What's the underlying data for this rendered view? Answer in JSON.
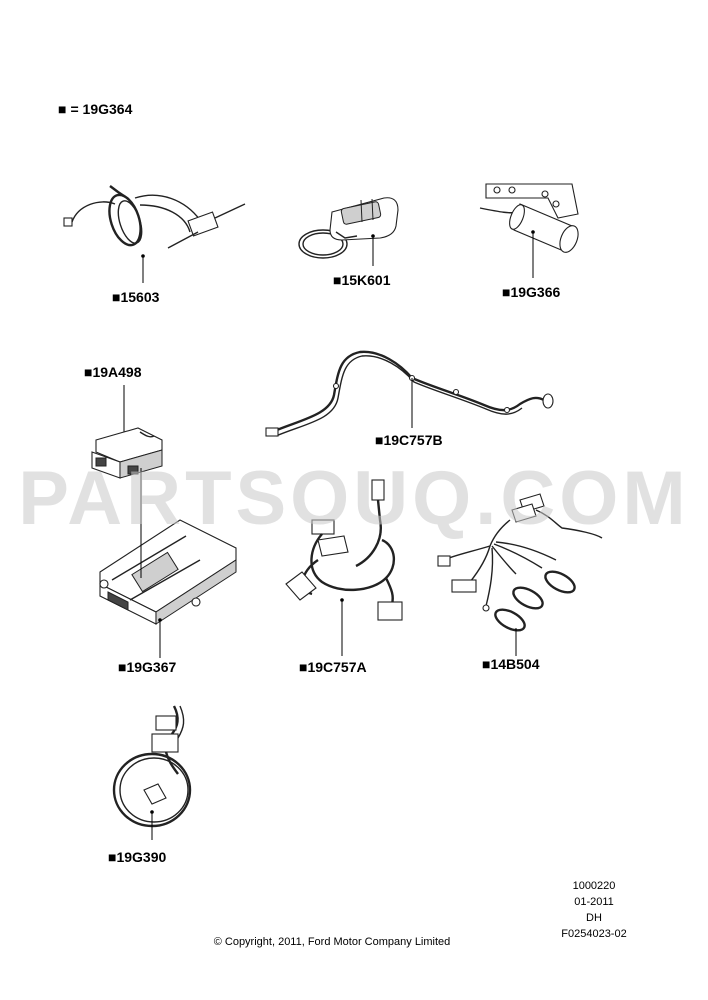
{
  "legend": {
    "symbol": "■",
    "text": "= 19G364"
  },
  "parts": [
    {
      "id": "p1",
      "label": "■15603"
    },
    {
      "id": "p2",
      "label": "■15K601"
    },
    {
      "id": "p3",
      "label": "■19G366"
    },
    {
      "id": "p4",
      "label": "■19A498"
    },
    {
      "id": "p5",
      "label": "■19C757B"
    },
    {
      "id": "p6",
      "label": "■19G367"
    },
    {
      "id": "p7",
      "label": "■19C757A"
    },
    {
      "id": "p8",
      "label": "■14B504"
    },
    {
      "id": "p9",
      "label": "■19G390"
    }
  ],
  "watermark": "PARTSOUQ.COM",
  "reference": {
    "line1": "1000220",
    "line2": "01-2011",
    "line3": "DH",
    "line4": "F0254023-02"
  },
  "copyright": "© Copyright, 2011, Ford Motor Company Limited"
}
